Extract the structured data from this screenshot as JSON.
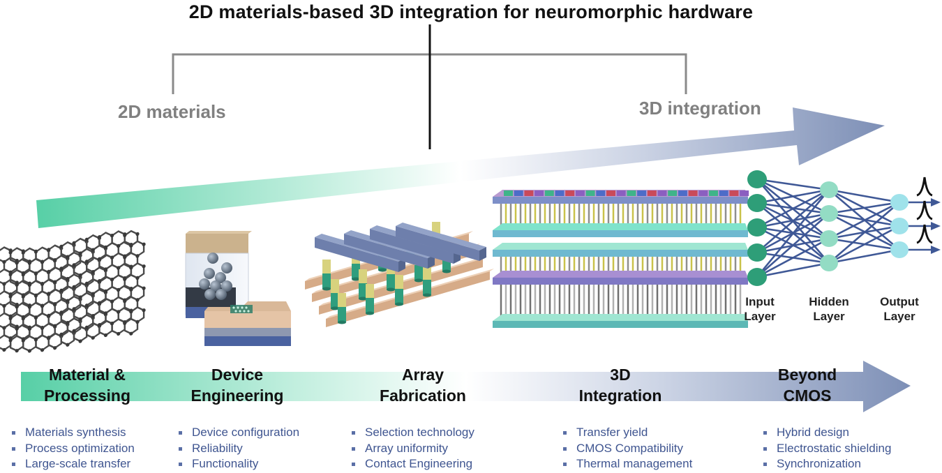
{
  "title": "2D materials-based 3D integration for neuromorphic hardware",
  "branches": {
    "left": "2D materials",
    "right": "3D integration"
  },
  "network": {
    "input_label": [
      "Input",
      "Layer"
    ],
    "hidden_label": [
      "Hidden",
      "Layer"
    ],
    "output_label": [
      "Output",
      "Layer"
    ],
    "node_counts": {
      "input": 5,
      "hidden": 4,
      "output": 3
    },
    "colors": {
      "input": "#2e9e78",
      "hidden": "#93dcc4",
      "output": "#9fe2ea",
      "edges": "#3f5896"
    }
  },
  "stages": [
    {
      "label": [
        "Material &",
        "Processing"
      ],
      "items": [
        "Materials synthesis",
        "Process optimization",
        "Large-scale transfer"
      ]
    },
    {
      "label": [
        "Device",
        "Engineering"
      ],
      "items": [
        "Device configuration",
        "Reliability",
        "Functionality"
      ]
    },
    {
      "label": [
        "Array",
        "Fabrication"
      ],
      "items": [
        "Selection technology",
        "Array uniformity",
        "Contact Engineering"
      ]
    },
    {
      "label": [
        "3D",
        "Integration"
      ],
      "items": [
        "Transfer yield",
        "CMOS Compatibility",
        "Thermal management"
      ]
    },
    {
      "label": [
        "Beyond",
        "CMOS"
      ],
      "items": [
        "Hybrid design",
        "Electrostatic shielding",
        "Synchronization"
      ]
    }
  ],
  "colors": {
    "arrow_start": "#57cfa6",
    "arrow_end": "#7d8fb6",
    "tree_line": "#8a8a8a",
    "bullet_text": "#3f5590"
  }
}
